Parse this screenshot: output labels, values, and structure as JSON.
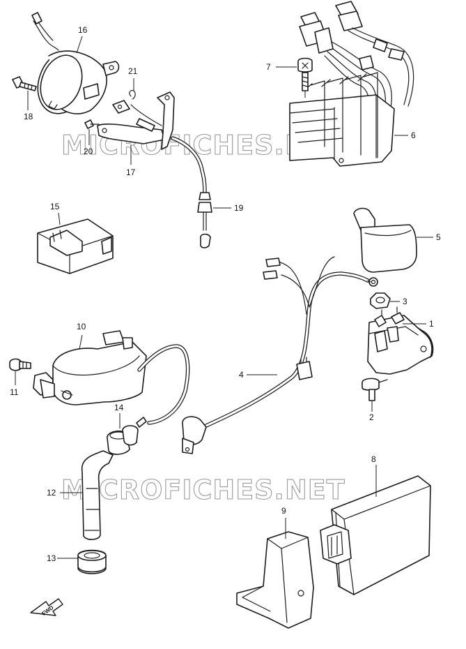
{
  "watermark": "MICROFICHES.NET",
  "direction_label": "FWD",
  "callouts": {
    "c1": "1",
    "c2": "2",
    "c3": "3",
    "c4": "4",
    "c5": "5",
    "c6": "6",
    "c7": "7",
    "c8": "8",
    "c9": "9",
    "c10": "10",
    "c11": "11",
    "c12": "12",
    "c13": "13",
    "c14": "14",
    "c15": "15",
    "c16": "16",
    "c17": "17",
    "c18": "18",
    "c19": "19",
    "c20": "20",
    "c21": "21"
  },
  "colors": {
    "ink": "#1a1a1a",
    "watermark": "#9a9a9a",
    "background": "#ffffff"
  }
}
